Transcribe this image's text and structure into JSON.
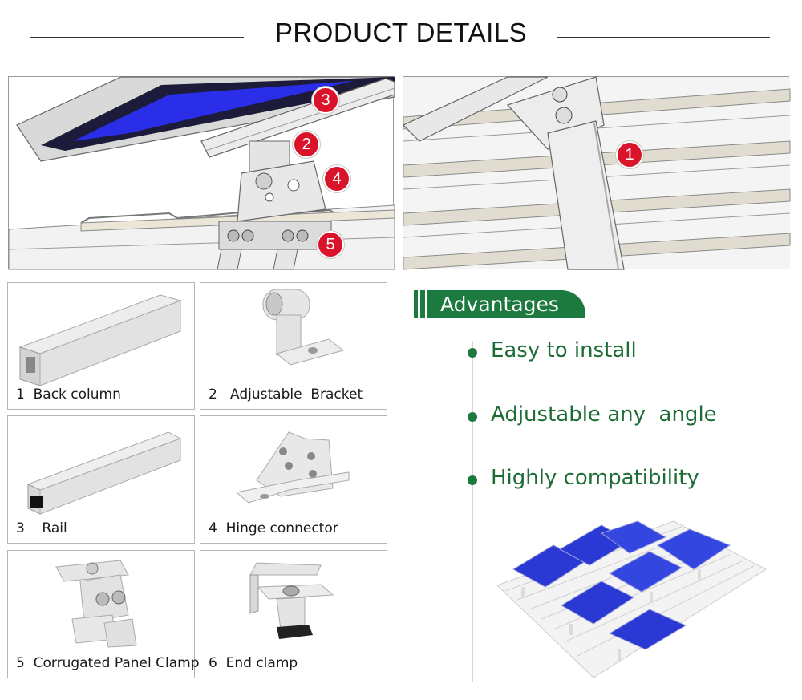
{
  "header": {
    "title": "PRODUCT DETAILS"
  },
  "diagrams": {
    "left_callouts": [
      "3",
      "2",
      "4",
      "5"
    ],
    "right_callouts": [
      "1"
    ]
  },
  "parts": [
    {
      "caption": "1  Back column"
    },
    {
      "caption": "2   Adjustable  Bracket"
    },
    {
      "caption": "3    Rail"
    },
    {
      "caption": "4  Hinge connector"
    },
    {
      "caption": "5  Corrugated Panel Clamp"
    },
    {
      "caption": "6  End clamp"
    }
  ],
  "advantages": {
    "title": "Advantages",
    "items": [
      "Easy to install",
      "Adjustable any  angle",
      "Highly compatibility"
    ]
  },
  "colors": {
    "accent_green": "#1d7a3f",
    "text_green": "#1d6b35",
    "callout_red": "#d9142a",
    "panel_blue": "#2a2ee8"
  }
}
